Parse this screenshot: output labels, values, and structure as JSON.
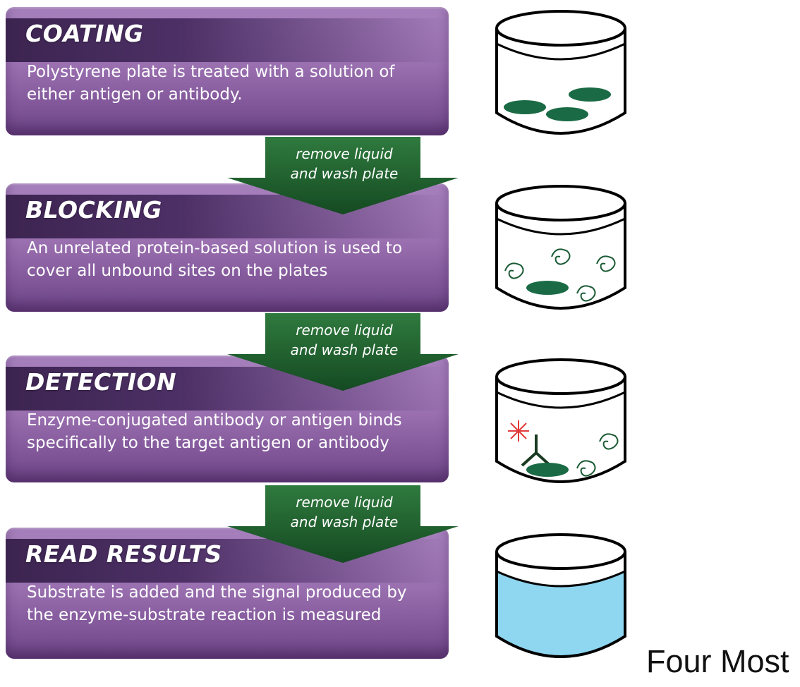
{
  "steps": [
    {
      "title": "COATING",
      "desc": "Polystyrene plate is treated with a solution of either antigen or antibody."
    },
    {
      "title": "BLOCKING",
      "desc": "An unrelated protein-based solution is used to cover all unbound sites on the plates"
    },
    {
      "title": "DETECTION",
      "desc": "Enzyme-conjugated antibody or antigen binds specifically to the target antigen or antibody"
    },
    {
      "title": "READ RESULTS",
      "desc": "Substrate is added and the signal produced by the enzyme-substrate reaction is measured"
    }
  ],
  "arrows": [
    {
      "line1": "remove liquid",
      "line2": "and wash plate"
    },
    {
      "line1": "remove liquid",
      "line2": "and wash plate"
    },
    {
      "line1": "remove liquid",
      "line2": "and wash plate"
    }
  ],
  "caption": "Four Most",
  "colors": {
    "box_purple": "#9a70b0",
    "title_band": "#3c2450",
    "arrow_green": "#1d5a2c",
    "coating_green": "#1a6b45",
    "substrate_blue": "#8fd6f0",
    "enzyme_red": "#e23a3a"
  },
  "icons": [
    "plate-coating-icon",
    "plate-blocking-icon",
    "plate-detection-icon",
    "plate-read-results-icon"
  ]
}
